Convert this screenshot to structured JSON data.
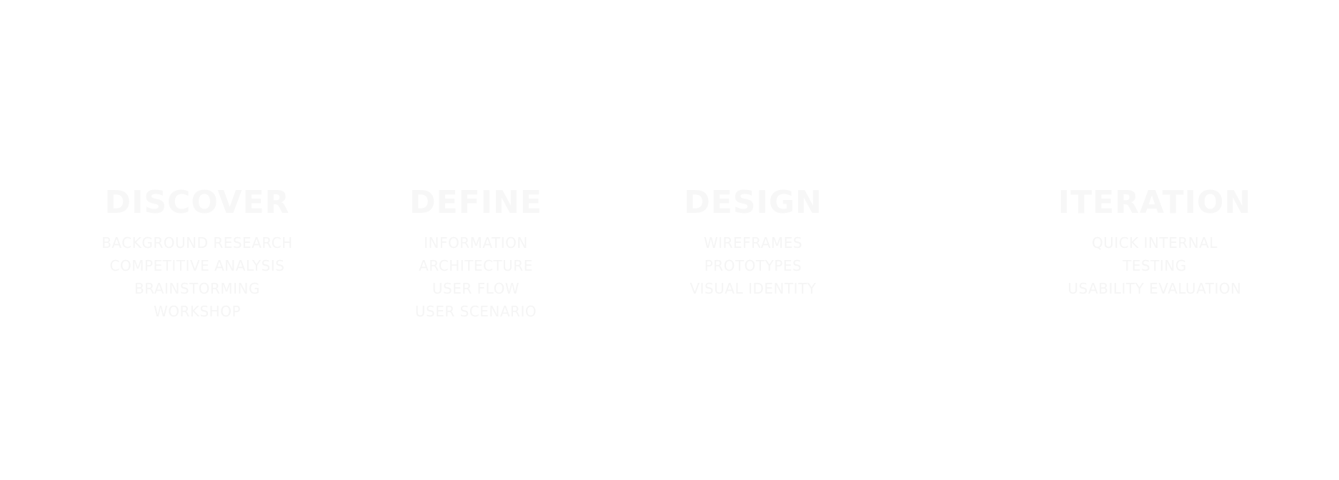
{
  "phases": [
    {
      "title": "DISCOVER",
      "items": [
        "BACKGROUND RESEARCH",
        "COMPETITIVE ANALYSIS",
        "BRAINSTORMING",
        "WORKSHOP"
      ]
    },
    {
      "title": "DEFINE",
      "items": [
        "INFORMATION",
        "ARCHITECTURE",
        "USER FLOW",
        "USER SCENARIO"
      ]
    },
    {
      "title": "DESIGN",
      "items": [
        "WIREFRAMES",
        "PROTOTYPES",
        "VISUAL IDENTITY"
      ]
    },
    {
      "title": "ITERATION",
      "items": [
        "QUICK INTERNAL",
        "TESTING",
        "USABILITY EVALUATION"
      ]
    }
  ],
  "colors": {
    "background": "#ffffff",
    "text": "#f6f6f6"
  }
}
